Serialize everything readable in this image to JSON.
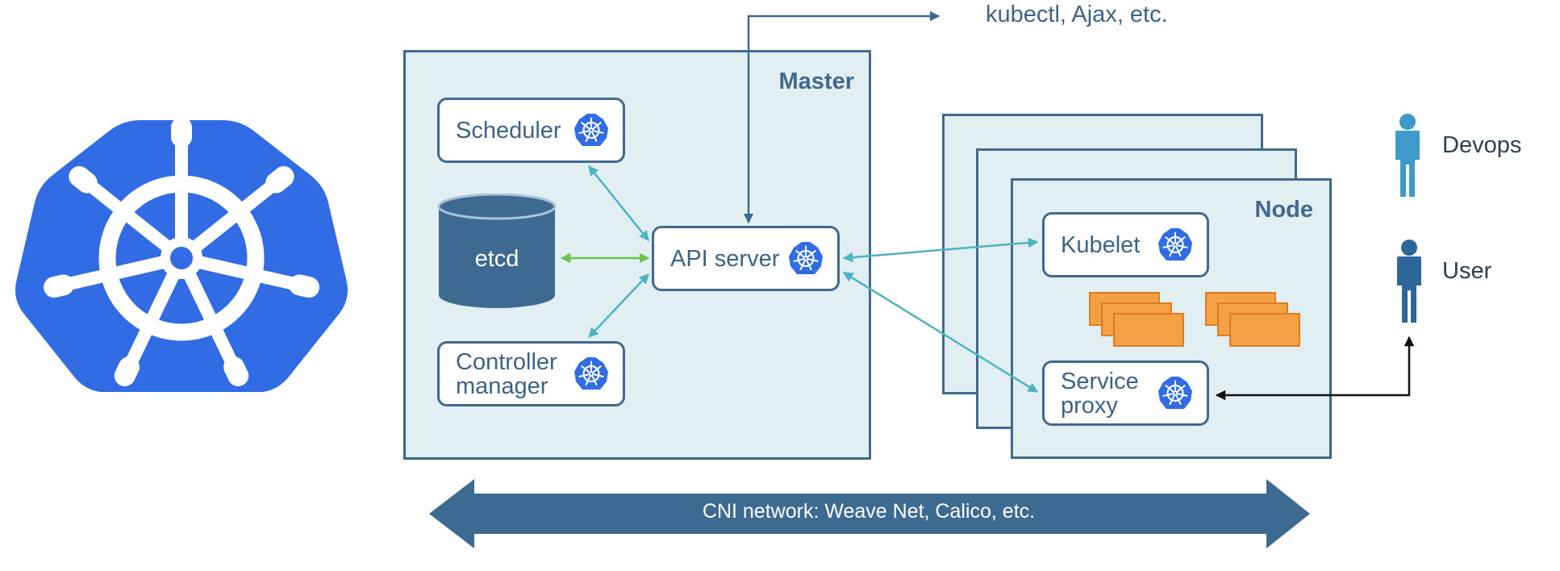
{
  "diagram": {
    "master": {
      "title": "Master"
    },
    "node": {
      "title": "Node"
    },
    "components": {
      "scheduler": "Scheduler",
      "etcd": "etcd",
      "api_server": "API server",
      "controller_manager": "Controller\nmanager",
      "kubelet": "Kubelet",
      "service_proxy": "Service\nproxy"
    },
    "external_clients": "kubectl, Ajax, etc.",
    "people": {
      "devops": "Devops",
      "user": "User"
    },
    "network": "CNI network: Weave Net, Calico, etc.",
    "colors": {
      "kubernetes_blue": "#326ce5",
      "panel_fill": "#e1eff2",
      "panel_border": "#41698e",
      "teal_arrow": "#4db3c0",
      "green_arrow": "#6cc24a",
      "network_arrow": "#3d6a90",
      "container": "#f3a144",
      "devops_person": "#3d9ac9",
      "user_person": "#2b6799"
    },
    "icons": [
      "kubernetes-logo",
      "kubernetes-wheel-icon",
      "database-cylinder",
      "person-icon",
      "container-block"
    ]
  }
}
